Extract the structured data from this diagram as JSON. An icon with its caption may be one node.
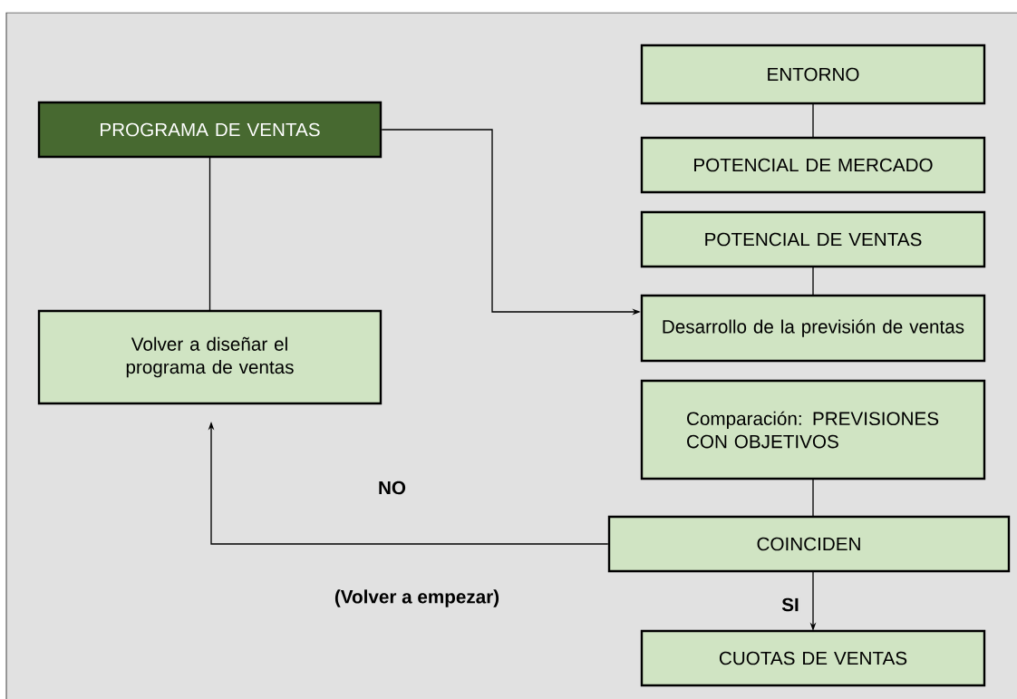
{
  "diagram": {
    "nodes": [
      {
        "text": [
          "ENTORNO"
        ]
      },
      {
        "text": [
          "PROGRAMA DE VENTAS"
        ]
      },
      {
        "text": [
          "POTENCIAL DE MERCADO"
        ]
      },
      {
        "text": [
          "POTENCIAL DE VENTAS"
        ]
      },
      {
        "text": [
          "Desarrollo de la previsión de ventas"
        ]
      },
      {
        "text": [
          "Volver a diseñar el programa de ventas"
        ]
      },
      {
        "text": [
          "Comparación: PREVISIONES CON OBJETIVOS"
        ]
      },
      {
        "text": [
          "COINCIDEN"
        ]
      },
      {
        "text": [
          "CUOTAS DE VENTAS"
        ]
      }
    ],
    "edges": [
      {
        "from": 0,
        "to": 2,
        "arrow": "none"
      },
      {
        "from": 1,
        "to": 4,
        "arrow": "to"
      },
      {
        "from": 3,
        "to": 4,
        "arrow": "none"
      },
      {
        "from": 1,
        "to": 5,
        "arrow": "none"
      },
      {
        "from": 6,
        "to": 7,
        "arrow": "none"
      },
      {
        "from": 7,
        "to": 5,
        "arrow": "to",
        "label": "NO"
      },
      {
        "from": 7,
        "to": 8,
        "arrow": "to",
        "label": "SI"
      }
    ],
    "labels": [
      "(Volver a empezar)"
    ]
  }
}
